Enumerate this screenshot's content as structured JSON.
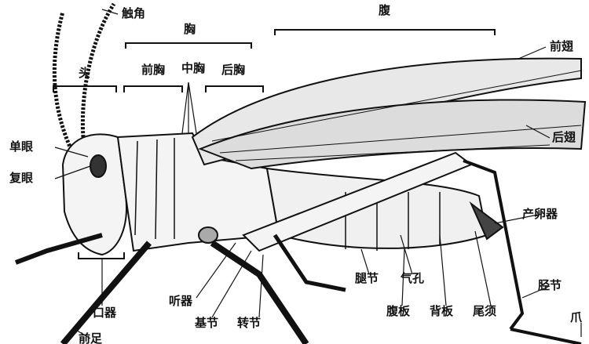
{
  "labels": {
    "antenna": "触角",
    "thorax": "胸",
    "abdomen": "腹",
    "head": "头",
    "prothorax": "前胸",
    "mesothorax": "中胸",
    "metathorax": "后胸",
    "forewing": "前翅",
    "hindwing": "后翅",
    "ocellus": "单眼",
    "compound_eye": "复眼",
    "ovipositor": "产卵器",
    "mouthparts": "口器",
    "tympanum": "听器",
    "coxa": "基节",
    "trochanter": "转节",
    "femur": "腿节",
    "spiracle": "气孔",
    "sternum": "腹板",
    "tergum": "背板",
    "cercus": "尾须",
    "tibia": "胫节",
    "claw": "爪",
    "foreleg": "前足"
  }
}
